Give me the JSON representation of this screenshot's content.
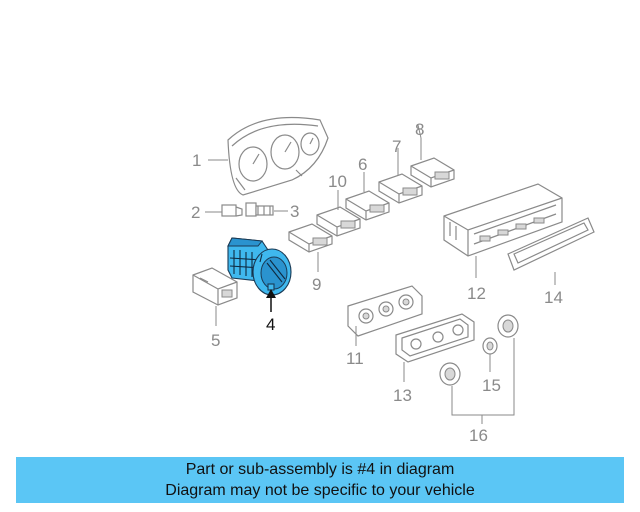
{
  "diagram": {
    "highlight_color": "#3fb8ee",
    "highlighted_callout": "4",
    "callouts": [
      {
        "id": "c1",
        "text": "1"
      },
      {
        "id": "c2",
        "text": "2"
      },
      {
        "id": "c3",
        "text": "3"
      },
      {
        "id": "c4",
        "text": "4"
      },
      {
        "id": "c5",
        "text": "5"
      },
      {
        "id": "c6",
        "text": "6"
      },
      {
        "id": "c7",
        "text": "7"
      },
      {
        "id": "c8",
        "text": "8"
      },
      {
        "id": "c9",
        "text": "9"
      },
      {
        "id": "c10",
        "text": "10"
      },
      {
        "id": "c11",
        "text": "11"
      },
      {
        "id": "c12",
        "text": "12"
      },
      {
        "id": "c13",
        "text": "13"
      },
      {
        "id": "c14",
        "text": "14"
      },
      {
        "id": "c15",
        "text": "15"
      },
      {
        "id": "c16",
        "text": "16"
      }
    ]
  },
  "banner": {
    "line1": "Part or sub-assembly is #4 in diagram",
    "line2": "Diagram may not be specific to your vehicle",
    "background": "#5bc6f5"
  }
}
